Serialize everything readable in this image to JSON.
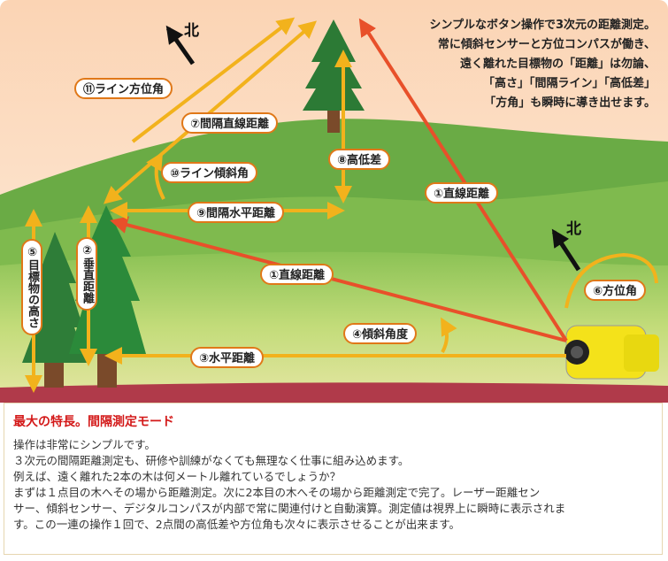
{
  "description_lines": [
    "シンプルなボタン操作で3次元の距離測定。",
    "常に傾斜センサーと方位コンパスが働き、",
    "遠く離れた目標物の「距離」は勿論、",
    "「高さ」「間隔ライン」「高低差」",
    "「方角」も瞬時に導き出せます。"
  ],
  "north_label": "北",
  "labels": {
    "line_bearing": "⑪ライン方位角",
    "interval_straight": "⑦間隔直線距離",
    "line_incline": "⑩ライン傾斜角",
    "interval_horizontal": "⑨間隔水平距離",
    "elevation_diff": "⑧高低差",
    "straight_far": "①直線距離",
    "straight_near": "①直線距離",
    "incline_angle": "④傾斜角度",
    "horizontal": "③水平距離",
    "bearing": "⑥方位角",
    "vertical": "②垂直距離",
    "target_height": "⑤目標物の高さ"
  },
  "panel": {
    "title": "最大の特長。間隔測定モード",
    "lines": [
      "操作は非常にシンプルです。",
      "３次元の間隔距離測定も、研修や訓練がなくても無理なく仕事に組み込めます。",
      "例えば、遠く離れた2本の木は何メートル離れているでしょうか？",
      "まずは１点目の木へその場から距離測定。次に2本目の木へその場から距離測定で完了。レーザー距離セン",
      "サー、傾斜センサー、デジタルコンパスが内部で常に関連付けと自動演算。測定値は視界上に瞬時に表示されま",
      "す。この一連の操作１回で、2点間の高低差や方位角も次々に表示させることが出来ます。"
    ]
  },
  "colors": {
    "sky": "#fbdcc0",
    "hill": "#5fa43c",
    "ground": "#c8d978",
    "soil": "#b03a4a",
    "arrow_red": "#e8502a",
    "arrow_yellow": "#f2b21c",
    "label_border": "#e07818",
    "title_red": "#d31818"
  }
}
